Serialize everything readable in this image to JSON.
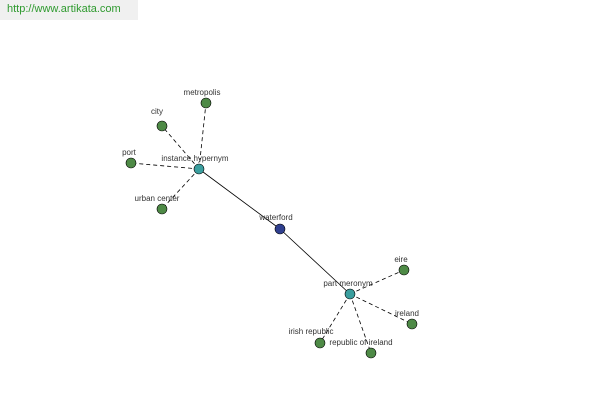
{
  "watermark": {
    "url": "http://www.artikata.com"
  },
  "colors": {
    "center": "#2f3f8f",
    "relation": "#3a9e9e",
    "leaf": "#4e8a46",
    "link_text": "#2f9a2f"
  },
  "graph": {
    "nodes": [
      {
        "id": "waterford",
        "label": "waterford",
        "kind": "center"
      },
      {
        "id": "instance-hypernym",
        "label": "instance hypernym",
        "kind": "relation"
      },
      {
        "id": "part-meronym",
        "label": "part meronym",
        "kind": "relation"
      },
      {
        "id": "metropolis",
        "label": "metropolis",
        "kind": "leaf"
      },
      {
        "id": "city",
        "label": "city",
        "kind": "leaf"
      },
      {
        "id": "port",
        "label": "port",
        "kind": "leaf"
      },
      {
        "id": "urban-center",
        "label": "urban center",
        "kind": "leaf"
      },
      {
        "id": "eire",
        "label": "eire",
        "kind": "leaf"
      },
      {
        "id": "ireland",
        "label": "ireland",
        "kind": "leaf"
      },
      {
        "id": "irish-republic",
        "label": "irish republic",
        "kind": "leaf"
      },
      {
        "id": "republic-of-ireland",
        "label": "republic of ireland",
        "kind": "leaf"
      }
    ],
    "edges": [
      {
        "from": "waterford",
        "to": "instance-hypernym",
        "style": "solid"
      },
      {
        "from": "waterford",
        "to": "part-meronym",
        "style": "solid"
      },
      {
        "from": "instance-hypernym",
        "to": "metropolis",
        "style": "dashed"
      },
      {
        "from": "instance-hypernym",
        "to": "city",
        "style": "dashed"
      },
      {
        "from": "instance-hypernym",
        "to": "port",
        "style": "dashed"
      },
      {
        "from": "instance-hypernym",
        "to": "urban-center",
        "style": "dashed"
      },
      {
        "from": "part-meronym",
        "to": "eire",
        "style": "dashed"
      },
      {
        "from": "part-meronym",
        "to": "ireland",
        "style": "dashed"
      },
      {
        "from": "part-meronym",
        "to": "irish-republic",
        "style": "dashed"
      },
      {
        "from": "part-meronym",
        "to": "republic-of-ireland",
        "style": "dashed"
      }
    ]
  }
}
